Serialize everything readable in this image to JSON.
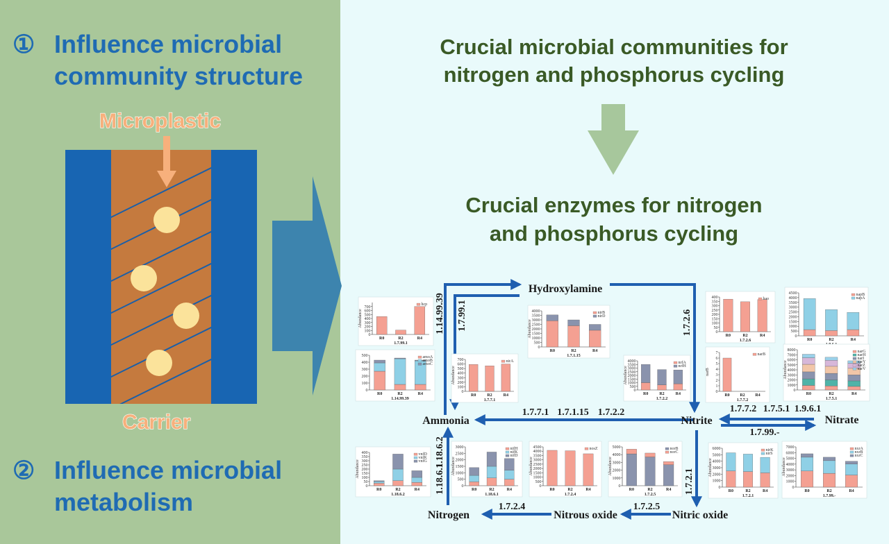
{
  "left_panel": {
    "section1": {
      "marker": "①",
      "line1": "Influence microbial",
      "line2": "community structure"
    },
    "microplastic_label": "Microplastic",
    "carrier_label": "Carrier",
    "section2": {
      "marker": "②",
      "line1": "Influence microbial",
      "line2": "metabolism"
    }
  },
  "right_panel": {
    "heading1": {
      "line1": "Crucial microbial communities for",
      "line2": "nitrogen and phosphorus cycling"
    },
    "heading2": {
      "line1": "Crucial enzymes for nitrogen",
      "line2": "and phosphorus cycling"
    }
  },
  "pathway": {
    "nodes": {
      "hydroxylamine": "Hydroxylamine",
      "ammonia": "Ammonia",
      "nitrite": "Nitrite",
      "nitrate": "Nitrate",
      "nitrogen": "Nitrogen",
      "nitrous_oxide": "Nitrous oxide",
      "nitric_oxide": "Nitric oxide"
    },
    "enzymes": {
      "e_1_14_99_39": "1.14.99.39",
      "e_1_7_99_1": "1.7.99.1",
      "e_1_7_2_6": "1.7.2.6",
      "e_nitrite_ammonia": [
        "1.7.7.1",
        "1.7.1.15",
        "1.7.2.2"
      ],
      "e_nitrate_nitrite": [
        "1.7.7.2",
        "1.7.5.1",
        "1.9.6.1"
      ],
      "e_1_7_99_dash": "1.7.99.-",
      "e_1_7_2_1": "1.7.2.1",
      "e_1_7_2_5": "1.7.2.5",
      "e_1_7_2_4": "1.7.2.4",
      "e_1_18_6_2": "1.18.6.2",
      "e_1_18_6_1": "1.18.6.1"
    }
  },
  "colors": {
    "left_bg": "#a9c79a",
    "right_bg": "#e9fafb",
    "heading_left": "#1f6bb3",
    "heading_right": "#3a5a26",
    "carrier_blue": "#1865b2",
    "carrier_brown": "#c57a3e",
    "particle": "#fbe39b",
    "orange_label": "#f7b07c",
    "big_arrow": "#3d84ae",
    "down_arrow": "#a7c79c",
    "path_blue": "#1f5fb0",
    "bar_red": "#f4a092",
    "bar_blue": "#8fd0e6",
    "bar_slate": "#8a93ad"
  },
  "chart_data": [
    {
      "type": "bar",
      "title": "",
      "xlabel": "1.7.99.1",
      "ylabel": "Abundance",
      "categories": [
        "R0",
        "R2",
        "R4"
      ],
      "ylim": [
        0,
        800
      ],
      "yticks": [
        0,
        100,
        200,
        300,
        400,
        500,
        600,
        700
      ],
      "series": [
        {
          "name": "hcp",
          "color": "#f4a092",
          "values": [
            450,
            110,
            700
          ]
        }
      ]
    },
    {
      "type": "bar",
      "title": "",
      "xlabel": "1.7.1.15",
      "ylabel": "Abundance",
      "categories": [
        "R0",
        "R2",
        "R4"
      ],
      "ylim": [
        0,
        4000
      ],
      "yticks": [
        0,
        500,
        1000,
        1500,
        2000,
        2500,
        3000,
        3500,
        4000
      ],
      "series": [
        {
          "name": "nirB",
          "color": "#f4a092",
          "values": [
            2900,
            2350,
            1850
          ]
        },
        {
          "name": "nirD",
          "color": "#8a93ad",
          "values": [
            650,
            650,
            650
          ]
        }
      ]
    },
    {
      "type": "bar",
      "title": "",
      "xlabel": "1.7.2.6",
      "ylabel": "",
      "categories": [
        "R0",
        "R2",
        "R4"
      ],
      "ylim": [
        0,
        400
      ],
      "yticks": [
        0,
        50,
        100,
        150,
        200,
        250,
        300,
        350,
        400
      ],
      "series": [
        {
          "name": "hao",
          "color": "#f4a092",
          "values": [
            375,
            345,
            370
          ]
        }
      ]
    },
    {
      "type": "bar",
      "title": "",
      "xlabel": "1.9.6.1",
      "ylabel": "",
      "categories": [
        "R0",
        "R2",
        "R4"
      ],
      "ylim": [
        0,
        4500
      ],
      "yticks": [
        0,
        500,
        1000,
        1500,
        2000,
        2500,
        3000,
        3500,
        4000,
        4500
      ],
      "series": [
        {
          "name": "napB",
          "color": "#f4a092",
          "values": [
            650,
            550,
            650
          ]
        },
        {
          "name": "napA",
          "color": "#8fd0e6",
          "values": [
            3250,
            2200,
            1800
          ]
        }
      ]
    },
    {
      "type": "bar",
      "title": "",
      "xlabel": "1.14.99.39",
      "ylabel": "",
      "categories": [
        "R0",
        "R2",
        "R4"
      ],
      "ylim": [
        0,
        500
      ],
      "yticks": [
        0,
        100,
        200,
        300,
        400,
        500
      ],
      "series": [
        {
          "name": "amoA",
          "color": "#f4a092",
          "values": [
            270,
            80,
            80
          ]
        },
        {
          "name": "amoB",
          "color": "#8fd0e6",
          "values": [
            120,
            370,
            340
          ]
        },
        {
          "name": "amoC",
          "color": "#8a93ad",
          "values": [
            40,
            10,
            10
          ]
        }
      ]
    },
    {
      "type": "bar",
      "title": "",
      "xlabel": "1.7.7.1",
      "ylabel": "Abundance",
      "categories": [
        "R0",
        "R2",
        "R4"
      ],
      "ylim": [
        0,
        700
      ],
      "yticks": [
        0,
        100,
        200,
        300,
        400,
        500,
        600,
        700
      ],
      "series": [
        {
          "name": "nirA",
          "color": "#f4a092",
          "values": [
            590,
            560,
            600
          ]
        }
      ]
    },
    {
      "type": "bar",
      "title": "",
      "xlabel": "1.7.2.2",
      "ylabel": "Abundance",
      "categories": [
        "R0",
        "R2",
        "R4"
      ],
      "ylim": [
        0,
        4000
      ],
      "yticks": [
        0,
        500,
        1000,
        1500,
        2000,
        2500,
        3000,
        3500,
        4000
      ],
      "series": [
        {
          "name": "nrfA",
          "color": "#f4a092",
          "values": [
            1000,
            700,
            850
          ]
        },
        {
          "name": "nrfH",
          "color": "#8a93ad",
          "values": [
            2500,
            2100,
            1900
          ]
        }
      ]
    },
    {
      "type": "bar",
      "title": "",
      "xlabel": "1.7.7.2",
      "ylabel": "narB",
      "categories": [
        "R0",
        "R2",
        "R4"
      ],
      "ylim": [
        0,
        7
      ],
      "yticks": [
        0,
        1,
        2,
        3,
        4,
        5,
        6,
        7
      ],
      "series": [
        {
          "name": "narB",
          "color": "#f4a092",
          "values": [
            6,
            0,
            0
          ]
        }
      ]
    },
    {
      "type": "bar",
      "title": "",
      "xlabel": "1.7.5.1",
      "ylabel": "Abundance",
      "categories": [
        "R0",
        "R2",
        "R4"
      ],
      "ylim": [
        0,
        8000
      ],
      "yticks": [
        0,
        1000,
        2000,
        3000,
        4000,
        5000,
        6000,
        7000,
        8000
      ],
      "series": [
        {
          "name": "narG",
          "color": "#f4a092",
          "values": [
            900,
            800,
            700
          ]
        },
        {
          "name": "narH",
          "color": "#4fb3a8",
          "values": [
            1300,
            1200,
            1100
          ]
        },
        {
          "name": "narI",
          "color": "#8a93ad",
          "values": [
            1400,
            1300,
            1200
          ]
        },
        {
          "name": "narY",
          "color": "#f2c6a8",
          "values": [
            1500,
            1400,
            1300
          ]
        },
        {
          "name": "narZ",
          "color": "#d7b7d9",
          "values": [
            1300,
            1200,
            1000
          ]
        },
        {
          "name": "narV",
          "color": "#9ad1ea",
          "values": [
            700,
            600,
            500
          ]
        }
      ]
    },
    {
      "type": "bar",
      "title": "",
      "xlabel": "1.18.6.2",
      "ylabel": "Abundance",
      "categories": [
        "R0",
        "R2",
        "R4"
      ],
      "ylim": [
        0,
        400
      ],
      "yticks": [
        0,
        50,
        100,
        150,
        200,
        250,
        300,
        350,
        400
      ],
      "series": [
        {
          "name": "vnfD",
          "color": "#f4a092",
          "values": [
            30,
            60,
            40
          ]
        },
        {
          "name": "vnfK",
          "color": "#8fd0e6",
          "values": [
            20,
            140,
            60
          ]
        },
        {
          "name": "vnfG",
          "color": "#8a93ad",
          "values": [
            10,
            180,
            80
          ]
        }
      ]
    },
    {
      "type": "bar",
      "title": "",
      "xlabel": "1.18.6.1",
      "ylabel": "Abundance",
      "categories": [
        "R0",
        "R2",
        "R4"
      ],
      "ylim": [
        0,
        3000
      ],
      "yticks": [
        0,
        500,
        1000,
        1500,
        2000,
        2500,
        3000
      ],
      "series": [
        {
          "name": "nifH",
          "color": "#f4a092",
          "values": [
            300,
            600,
            500
          ]
        },
        {
          "name": "nifK",
          "color": "#8fd0e6",
          "values": [
            500,
            900,
            700
          ]
        },
        {
          "name": "nifD",
          "color": "#8a93ad",
          "values": [
            600,
            1100,
            900
          ]
        }
      ]
    },
    {
      "type": "bar",
      "title": "",
      "xlabel": "1.7.2.4",
      "ylabel": "Abundance",
      "categories": [
        "R0",
        "R2",
        "R4"
      ],
      "ylim": [
        0,
        4500
      ],
      "yticks": [
        0,
        500,
        1000,
        1500,
        2000,
        2500,
        3000,
        3500,
        4000,
        4500
      ],
      "series": [
        {
          "name": "nosZ",
          "color": "#f4a092",
          "values": [
            4100,
            4050,
            3700
          ]
        }
      ]
    },
    {
      "type": "bar",
      "title": "",
      "xlabel": "1.7.2.5",
      "ylabel": "Abundance",
      "categories": [
        "R0",
        "R2",
        "R4"
      ],
      "ylim": [
        0,
        5000
      ],
      "yticks": [
        0,
        1000,
        2000,
        3000,
        4000,
        5000
      ],
      "series": [
        {
          "name": "norB",
          "color": "#8a93ad",
          "values": [
            4100,
            3700,
            2700
          ]
        },
        {
          "name": "norC",
          "color": "#f4a092",
          "values": [
            600,
            500,
            400
          ]
        }
      ]
    },
    {
      "type": "bar",
      "title": "",
      "xlabel": "1.7.2.1",
      "ylabel": "Abundance",
      "categories": [
        "R0",
        "R2",
        "R4"
      ],
      "ylim": [
        0,
        6000
      ],
      "yticks": [
        0,
        1000,
        2000,
        3000,
        4000,
        5000,
        6000
      ],
      "series": [
        {
          "name": "nirK",
          "color": "#f4a092",
          "values": [
            2500,
            2400,
            2200
          ]
        },
        {
          "name": "nirS",
          "color": "#8fd0e6",
          "values": [
            2800,
            2700,
            2400
          ]
        }
      ]
    },
    {
      "type": "bar",
      "title": "",
      "xlabel": "1.7.99.-",
      "ylabel": "Abundance",
      "categories": [
        "R0",
        "R2",
        "R4"
      ],
      "ylim": [
        0,
        7000
      ],
      "yticks": [
        0,
        1000,
        2000,
        3000,
        4000,
        5000,
        6000,
        7000
      ],
      "series": [
        {
          "name": "nxrA",
          "color": "#f4a092",
          "values": [
            2800,
            2400,
            2100
          ]
        },
        {
          "name": "nxrB",
          "color": "#8fd0e6",
          "values": [
            2400,
            2200,
            1900
          ]
        },
        {
          "name": "nxrC",
          "color": "#8a93ad",
          "values": [
            600,
            600,
            500
          ]
        }
      ]
    }
  ]
}
